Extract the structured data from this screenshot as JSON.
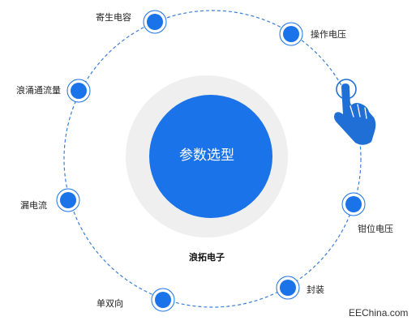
{
  "center": {
    "title": "参数选型"
  },
  "brand": "浪拓电子",
  "watermark": "EEChina.com",
  "colors": {
    "accent": "#1a73e8",
    "ring_dash": "#3b7ed8",
    "halo": "#efefef",
    "hand": "#1f6fd6"
  },
  "nodes": [
    {
      "label": "寄生电容"
    },
    {
      "label": "操作电压"
    },
    {
      "label": "浪涌通流量"
    },
    {
      "label": "漏电流"
    },
    {
      "label": "钳位电压"
    },
    {
      "label": "单双向"
    },
    {
      "label": "封装"
    }
  ]
}
